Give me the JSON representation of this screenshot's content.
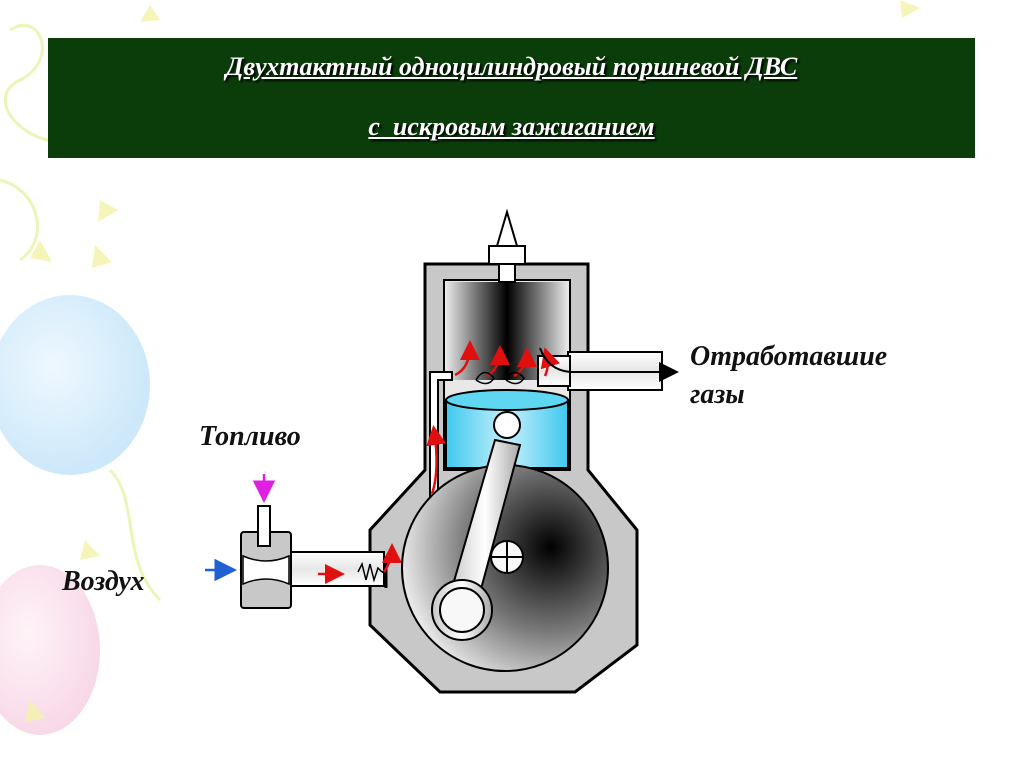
{
  "title": {
    "line1": "Двухтактный одноцилиндровый поршневой ДВС",
    "line2": "с  искровым зажиганием"
  },
  "labels": {
    "exhaust_line1": "Отработавшие",
    "exhaust_line2": "газы",
    "fuel": "Топливо",
    "air": "Воздух"
  },
  "colors": {
    "title_bg": "#0b3d0b",
    "engine_body": "#c8c8c8",
    "piston": "#3fc8ee",
    "gas_flow_arrow": "#e01010",
    "fuel_arrow": "#e020e0",
    "air_arrow": "#2060d0"
  }
}
